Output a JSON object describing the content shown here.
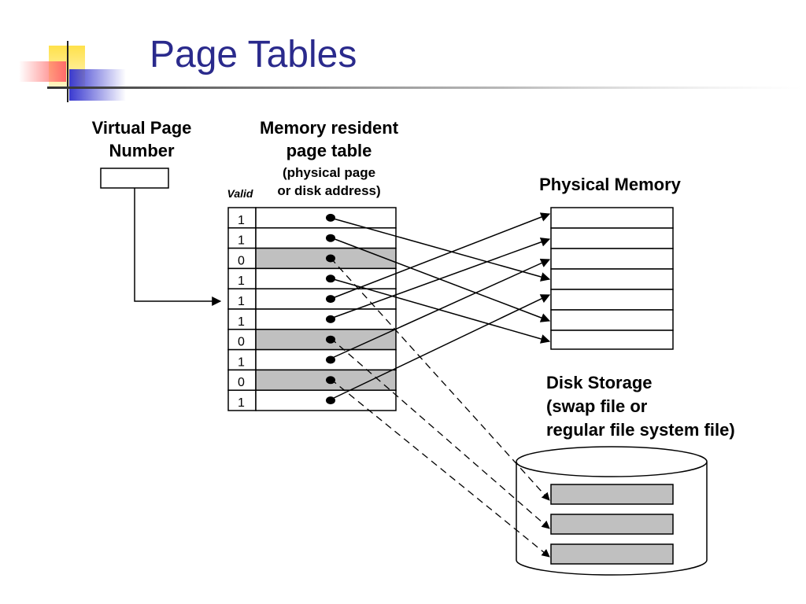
{
  "slide": {
    "title": "Page Tables"
  },
  "diagram": {
    "vpn_label_line1": "Virtual Page",
    "vpn_label_line2": "Number",
    "table_label_line1": "Memory resident",
    "table_label_line2": "page table",
    "table_sublabel_line1": "(physical page",
    "table_sublabel_line2": "or disk address)",
    "valid_label": "Valid",
    "physical_memory_label": "Physical Memory",
    "disk_label_line1": "Disk Storage",
    "disk_label_line2": "(swap file or",
    "disk_label_line3": "regular file system file)",
    "valid_bits": [
      "1",
      "1",
      "0",
      "1",
      "1",
      "1",
      "0",
      "1",
      "0",
      "1"
    ],
    "colors": {
      "title": "#2a2a8c",
      "invalid_row_fill": "#c0c0c0",
      "disk_block_fill": "#c0c0c0",
      "accent_yellow": "#ffe14a",
      "accent_blue": "#3a3ad0",
      "accent_red": "#ff6a6a"
    }
  }
}
